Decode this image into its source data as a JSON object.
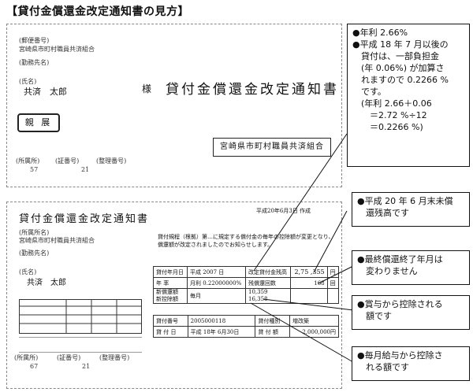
{
  "title": "【貸付金償還金改定通知書の見方】",
  "card1": {
    "addr_label": "(郵便番号)",
    "org_line": "宮崎県市町村職員共済組合",
    "addr_label2": "(勤務先名)",
    "name_label": "(氏名)",
    "name": "共済　太郎",
    "sama": "様",
    "doc_title": "貸付金償還金改定通知書",
    "shinten": "親 展",
    "org_box": "宮崎県市町村職員共済組合",
    "f1_label": "(所属所)",
    "f1_val": "57",
    "f2_label": "(証番号)",
    "f2_val": "21",
    "f3_label": "(整理番号)"
  },
  "card2": {
    "doc_title": "貸付金償還金改定通知書",
    "date": "平成20年6月3日 作成",
    "addr_label": "(所属所名)",
    "org_line": "宮崎県市町村職員共済組合",
    "addr_label2": "(勤務先名)",
    "name_label": "(氏名)",
    "name": "共済　太郎",
    "note": "貸付規程（根拠）第…に規定する償付金の毎年の控除額が変更となり、償還額が改定されましたのでお知らせします。",
    "table": {
      "r1_label": "貸付年月日",
      "r1_val": "平成 2007 日",
      "r1_mid": "改定貸付金残高",
      "r1_amt": "2,75 ,355",
      "r1_unit": "円",
      "r2_label": "年 率",
      "r2_val": "月利 0.22",
      "r2_val2": "000000%",
      "r2_mid": "残償還回数",
      "r2_amt": "168",
      "r2_unit": "回",
      "r3_label": "新償還額",
      "r3_label2": "新控除額",
      "r3_mid": "毎月",
      "r3_amt1": "10,359",
      "r3_amt2": "16,358",
      "r4_label": "貸付番号",
      "r4_val": "2005000118",
      "r4_mid": "貸付種別",
      "r4_amt": "増改築",
      "r5_label": "貸 付 日",
      "r5_val": "平成 18年 6月30日",
      "r5_mid": "貸 付 額",
      "r5_amt": "2,000,000円"
    },
    "f1_label": "(所属所)",
    "f1_val": "67",
    "f2_label": "(証番号)",
    "f2_val": "21",
    "f3_label": "(整理番号)"
  },
  "callouts": [
    {
      "lines": [
        "●年利 2.66%",
        "●平成 18 年 7 月以後の",
        "　貸付は、一部負担金",
        "　(年 0.06%) が加算さ",
        "　れますので 0.2266 %",
        "　です。",
        "　(年利 2.66＋0.06",
        "　　＝2.72 %÷12",
        "　　＝0.2266 %)"
      ]
    },
    {
      "lines": [
        "●平成 20 年 6 月末未償",
        "　還残高です"
      ]
    },
    {
      "lines": [
        "●最終償還終了年月は",
        "　変わりません"
      ]
    },
    {
      "lines": [
        "●賞与から控除される",
        "　額です"
      ]
    },
    {
      "lines": [
        "●毎月給与から控除さ",
        "　れる額です"
      ]
    }
  ]
}
